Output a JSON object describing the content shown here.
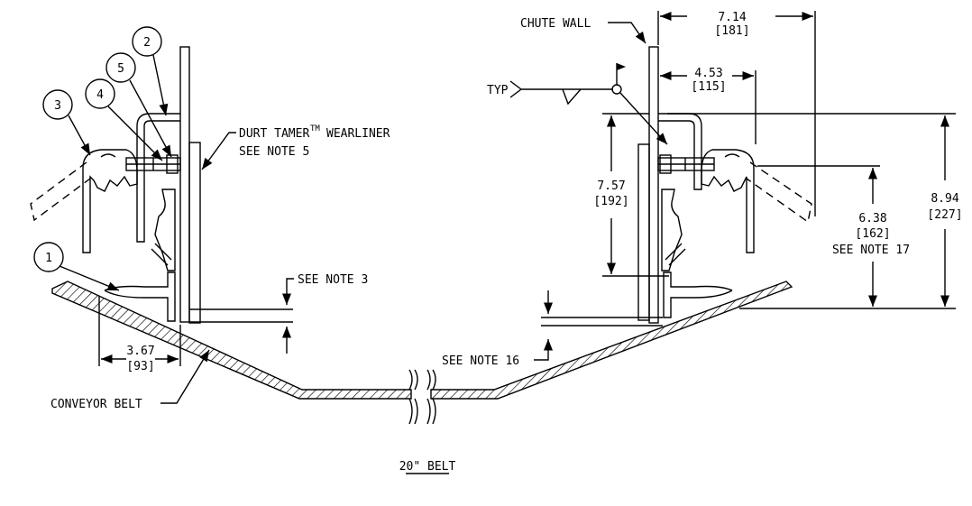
{
  "title": "20\" BELT",
  "callouts": [
    "1",
    "2",
    "3",
    "4",
    "5"
  ],
  "labels": {
    "chute_wall": "CHUTE WALL",
    "wearliner_1": "DURT TAMER",
    "wearliner_tm": "TM",
    "wearliner_2": "WEARLINER",
    "see_note_5": "SEE NOTE 5",
    "see_note_3": "SEE NOTE 3",
    "see_note_16": "SEE NOTE 16",
    "see_note_17": "SEE NOTE 17",
    "conveyor_belt": "CONVEYOR BELT",
    "typ": "TYP"
  },
  "dimensions": {
    "d1": {
      "in": "7.14",
      "mm": "[181]"
    },
    "d2": {
      "in": "4.53",
      "mm": "[115]"
    },
    "d3": {
      "in": "7.57",
      "mm": "[192]"
    },
    "d4": {
      "in": "6.38",
      "mm": "[162]"
    },
    "d5": {
      "in": "8.94",
      "mm": "[227]"
    },
    "d6": {
      "in": "3.67",
      "mm": "[93]"
    }
  }
}
